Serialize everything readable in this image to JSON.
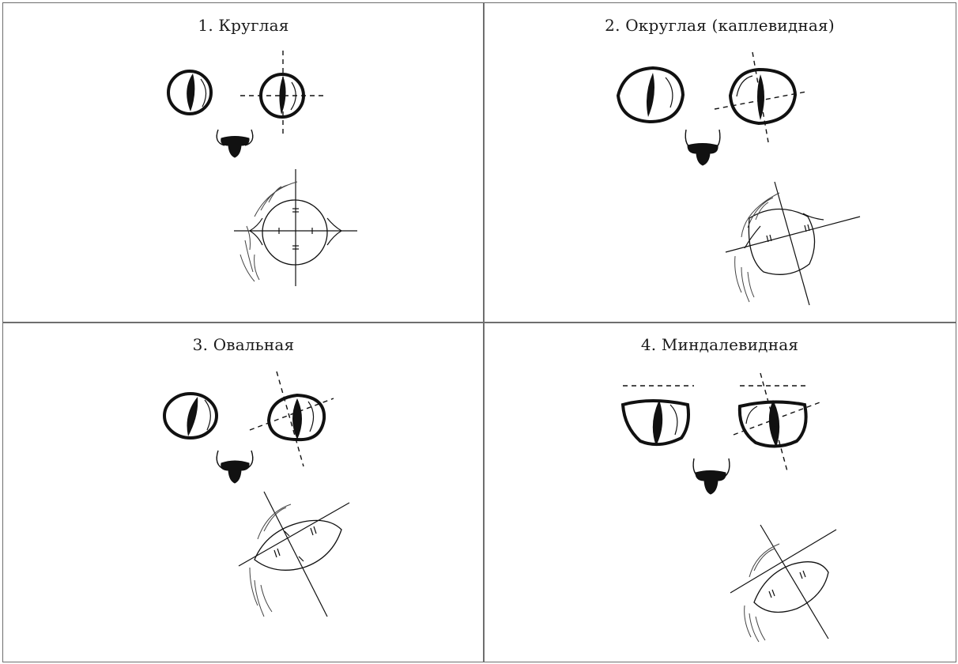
{
  "panels": [
    {
      "caption": "1. Круглая",
      "shape": "round"
    },
    {
      "caption": "2. Округлая (каплевидная)",
      "shape": "rounded-drop"
    },
    {
      "caption": "3. Овальная",
      "shape": "oval"
    },
    {
      "caption": "4. Миндалевидная",
      "shape": "almond"
    }
  ]
}
